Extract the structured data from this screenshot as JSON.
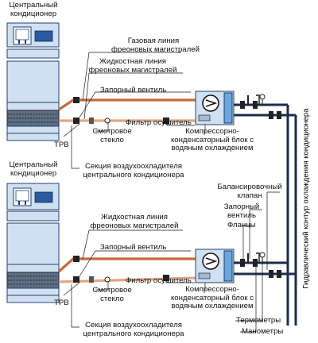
{
  "colors": {
    "unit_fill": "#cfe0f2",
    "unit_stroke": "#24416b",
    "coil_fill": "#5e6e83",
    "coil_dark": "#1d2431",
    "pipe_gas": "#c76a3e",
    "pipe_liquid": "#e1a684",
    "water_line": "#1b2c4d",
    "block_blue": "#2a78c8",
    "condenser_blue": "#6aa7df",
    "label_line": "#1a1a1a"
  },
  "system_top": {
    "unit_title": [
      "Центральный",
      "кондиционер"
    ],
    "gas_line": [
      "Газовая линия",
      "фреоновых магистралей"
    ],
    "liquid_line": [
      "Жидкостная линия",
      "фреоновых магистралей"
    ],
    "shutoff_valve": "Запорный вентиль",
    "filter_dryer": "Фильтр осушитель",
    "sight_glass": [
      "Смотровое",
      "стекло"
    ],
    "trv": "ТРВ",
    "coil_section": [
      "Секция воздухоохладителя",
      "центрального кондиционера"
    ],
    "compressor_block": [
      "Компрессорно-",
      "конденсаторный блок с",
      "водяным охлаждением"
    ]
  },
  "system_bottom": {
    "unit_title": [
      "Центральный",
      "кондиционер"
    ],
    "liquid_line": [
      "Жидкостная линия",
      "фреоновых магистралей"
    ],
    "shutoff_valve": "Запорный вентиль",
    "filter_dryer": "Фильтр осушитель",
    "sight_glass": [
      "Смотровое",
      "стекло"
    ],
    "trv": "ТРВ",
    "coil_section": [
      "Секция воздухоохладителя",
      "центрального кондиционера"
    ],
    "compressor_block": [
      "Компрессорно-",
      "конденсаторный блок с",
      "водяным охлаждением"
    ],
    "balancing_valve": [
      "Балансировочный",
      "клапан"
    ],
    "shutoff_valve_water": [
      "Запорный",
      "вентиль"
    ],
    "flanges": "Фланцы",
    "thermometers": "Термометры",
    "manometers": "Манометры"
  },
  "hydraulic_circuit": "Гидравлический контур охлаждения кондиционера",
  "icons": [
    "air-conditioner-unit",
    "fan-motor",
    "compressor-symbol",
    "valve-symbol",
    "thermometer",
    "manometer"
  ]
}
